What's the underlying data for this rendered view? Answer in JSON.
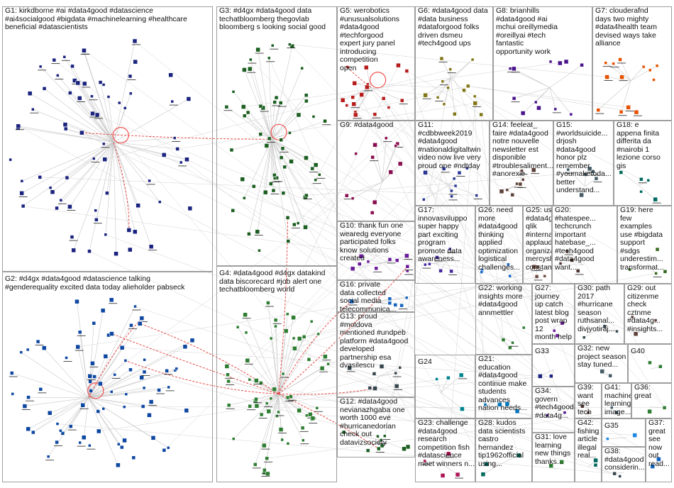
{
  "title": "#data4good NodeXL network clusters",
  "groups": [
    {
      "id": "G1",
      "label": "G1: kirkdborne #ai #data4good #datascience\n#ai4socialgood #bigdata #machinelearning #healthcare\nbeneficial #datascientists",
      "nodes": 70,
      "color": "#1a237e"
    },
    {
      "id": "G2",
      "label": "G2: #d4gx #data4good #datascience talking\n#genderequality excited data today alieholder pabseck",
      "nodes": 75,
      "color": "#0d47a1"
    },
    {
      "id": "G3",
      "label": "G3: #d4gx #data4good data\ntechatbloomberg thegovlab\nbloomberg s looking social good",
      "nodes": 60,
      "color": "#1b5e20"
    },
    {
      "id": "G4",
      "label": "G4: #data4good #d4gx datakind\ndata biscorecard #job alert one\ntechatbloomberg world",
      "nodes": 60,
      "color": "#2e7d32"
    },
    {
      "id": "G5",
      "label": "G5: werobotics\n#unusualsolutions\n#data4good #techforgood\nexpert jury panel\nintroducing competition\nopen",
      "nodes": 18,
      "color": "#b71c1c"
    },
    {
      "id": "G6",
      "label": "G6: #data4good data\n#data business\n#dataforgood folks\ndriven dsmeu\n#tech4good ups",
      "nodes": 14,
      "color": "#827717"
    },
    {
      "id": "G7",
      "label": "G7: clouderafnd\ndays two mighty\n#data4health team\ndevised ways take\nalliance",
      "nodes": 13,
      "color": "#e65100"
    },
    {
      "id": "G8",
      "label": "G8: brianhills\n#data4good #ai\nmchui oreillymedia\n#oreillyai #tech\nfantastic\nopportunity work",
      "nodes": 12,
      "color": "#4a148c"
    },
    {
      "id": "G9",
      "label": "G9: #data4good",
      "nodes": 12,
      "color": "#880e4f"
    },
    {
      "id": "G10",
      "label": "G10: thank fun one\nwearedg everyone\nparticipated folks\nknow solutions\ncreated",
      "nodes": 10,
      "color": "#6a1b9a"
    },
    {
      "id": "G11",
      "label": "G11:\n#cdbbweek2019\n#data4good\n#nationaldigitaltwin\nvideo now live very\nproud one #ndtday",
      "nodes": 10,
      "color": "#283593"
    },
    {
      "id": "G12",
      "label": "G12: #data4good\nnevianazhgaba one\nworth 1000 eve\n#hurricanedorian\ncheck out\ndatavizsociety",
      "nodes": 9,
      "color": "#1b5e20"
    },
    {
      "id": "G13",
      "label": "G13: proud\n#moldova\nmentioned #undpeb\nplatform #data4good\ndeveloped\npartnership esa\ndvasilescu",
      "nodes": 8,
      "color": "#37474f"
    },
    {
      "id": "G14",
      "label": "G14: feeleat_\nfaire #data4good\nnotre nouvelle\nnewsletter est\ndisponible\n#troublesaliment...\n#anorexie",
      "nodes": 8,
      "color": "#5d4037"
    },
    {
      "id": "G15",
      "label": "G15: #worldsuicide...\ndrjosh\n#data4good\nhonor plz\nremember\n#youmaketoda...\nbetter\nunderstand...",
      "nodes": 6,
      "color": "#455a64"
    },
    {
      "id": "G16",
      "label": "G16: private\ndata collected\nsocial media\ntelecommunica...\ncompanies\nbanks shared\npublic",
      "nodes": 6,
      "color": "#1565c0"
    },
    {
      "id": "G17",
      "label": "G17:\ninnovasviluppo\nsuper happy\npart exciting\nprogram\npromote data\nawareness...",
      "nodes": 6,
      "color": "#4527a0"
    },
    {
      "id": "G18",
      "label": "G18: e\nappena finita\ndifferita da\n#nairobi 1\nlezione corso\ngis",
      "nodes": 5,
      "color": "#00695c"
    },
    {
      "id": "G19",
      "label": "G19: here\nfew\nexamples\nuse #bigdata\nsupport\n#sdgs\nunderestim...\ntransformat...",
      "nodes": 4,
      "color": "#33691e"
    },
    {
      "id": "G20",
      "label": "G20:\n#hatespee...\ntechcrunch\nimportant\nhatebase_...\n#tech4good\n#data4good\nwant...",
      "nodes": 4,
      "color": "#4e342e"
    },
    {
      "id": "G21",
      "label": "G21:\neducation\n#data4good\ncontinue make\nstudents\nadvances\nnation needs...",
      "nodes": 4,
      "color": "#0277bd"
    },
    {
      "id": "G22",
      "label": "G22: working\ninsights more\n#data4good\nannmettler",
      "nodes": 4,
      "color": "#2e7d32"
    },
    {
      "id": "G23",
      "label": "G23: challenge\n#data4good\nresearch\ncompetition fish\n#datascience\nmeet winners n...",
      "nodes": 4,
      "color": "#ad1457"
    },
    {
      "id": "G24",
      "label": "G24",
      "nodes": 4,
      "color": "#00838f"
    },
    {
      "id": "G25",
      "label": "G25: using\n#data4good\nqlik\n#internatio...\napplaud\norganizatio...\nmercyships\nconstantly...",
      "nodes": 4,
      "color": "#6d4c41"
    },
    {
      "id": "G26",
      "label": "G26: need\nmore\n#data4good\nthinking\napplied\noptimization\nlogistical\nchallenges...",
      "nodes": 4,
      "color": "#1565c0"
    },
    {
      "id": "G27",
      "label": "G27: journey\nup catch\nlatest blog\npost wrap 12\nmonth help",
      "nodes": 3,
      "color": "#6a1b9a"
    },
    {
      "id": "G28",
      "label": "G28: kudos\ndata scientists\ncastro\nhernandez\ntip1962official\nusing...",
      "nodes": 3,
      "color": "#00695c"
    },
    {
      "id": "G29",
      "label": "G29: out\ncitizenme\ncheck\ncztnme\n#data4g...\n#insights...",
      "nodes": 3,
      "color": "#5d4037"
    },
    {
      "id": "G30",
      "label": "G30: path\n2017\n#hurricane\nseason\nruthsanal...\ndivjyotiraj...",
      "nodes": 3,
      "color": "#37474f"
    },
    {
      "id": "G31",
      "label": "G31: love\nlearning\nnew things\nthanks...",
      "nodes": 2,
      "color": "#2e7d32"
    },
    {
      "id": "G32",
      "label": "G32: new\nproject season\nstay tuned...",
      "nodes": 2,
      "color": "#455a64"
    },
    {
      "id": "G33",
      "label": "G33",
      "nodes": 2,
      "color": "#1a237e"
    },
    {
      "id": "G34",
      "label": "G34:\ngovern\n#tech4good\n#data4g...",
      "nodes": 2,
      "color": "#4a148c"
    },
    {
      "id": "G35",
      "label": "G35",
      "nodes": 2,
      "color": "#1e88e5"
    },
    {
      "id": "G36",
      "label": "G36:\ngreat",
      "nodes": 2,
      "color": "#2e7d32"
    },
    {
      "id": "G37",
      "label": "G37:\ngreat\nsee\nnow\nout\nread...",
      "nodes": 2,
      "color": "#1565c0"
    },
    {
      "id": "G38",
      "label": "G38:\n#data4good\nconsiderin...",
      "nodes": 2,
      "color": "#37474f"
    },
    {
      "id": "G39",
      "label": "G39:\nwant\nsee\ntech\ncome...",
      "nodes": 2,
      "color": "#4e342e"
    },
    {
      "id": "G40",
      "label": "G40",
      "nodes": 2,
      "color": "#2e7d32"
    },
    {
      "id": "G41",
      "label": "G41:\nmachine\nlearning\nimage...",
      "nodes": 2,
      "color": "#455a64"
    },
    {
      "id": "G42",
      "label": "G42:\nfishing\narticle\nillegal\nreal...",
      "nodes": 2,
      "color": "#00695c"
    }
  ]
}
